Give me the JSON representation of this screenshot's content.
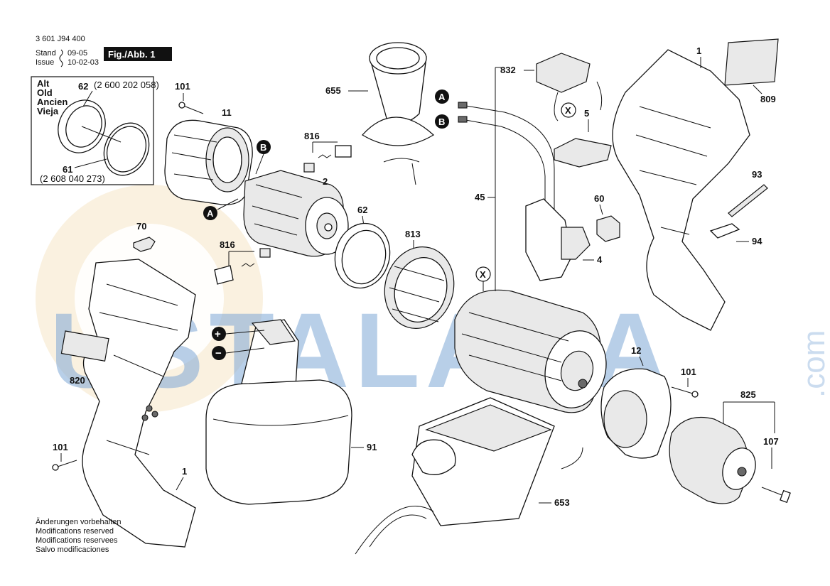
{
  "header": {
    "drawing_number": "3 601 J94 400",
    "stand_label": "Stand",
    "issue_label": "Issue",
    "stand_date": "09-05",
    "issue_date": "10-02-03",
    "fig_label": "Fig./Abb. 1"
  },
  "legend_box": {
    "lines": [
      "Alt",
      "Old",
      "Ancien",
      "Vieja"
    ],
    "part_a_number": "62",
    "part_a_code": "(2 600 202 058)",
    "part_b_number": "61",
    "part_b_code": "(2 608 040 273)"
  },
  "part_labels": {
    "p101a": "101",
    "p11": "11",
    "p655": "655",
    "p816a": "816",
    "p2": "2",
    "p62": "62",
    "p813": "813",
    "p816b": "816",
    "p70": "70",
    "p820": "820",
    "p101b": "101",
    "p1a": "1",
    "p91": "91",
    "p653": "653",
    "p832": "832",
    "p45": "45",
    "p5": "5",
    "p60": "60",
    "p4": "4",
    "p1b": "1",
    "p809": "809",
    "p93": "93",
    "p94": "94",
    "p12": "12",
    "p101c": "101",
    "p825": "825",
    "p107": "107"
  },
  "markers": {
    "A": "A",
    "B": "B",
    "X": "X",
    "plus": "+",
    "minus": "−"
  },
  "footer": {
    "lines": [
      "Änderungen vorbehalten",
      "Modifications reserved",
      "Modifications reservees",
      "Salvo modificaciones"
    ]
  },
  "watermark": {
    "text": "USTALARA",
    "suffix": ".com",
    "color": "#7fa8d6",
    "ring_color": "#f4e3c2"
  }
}
